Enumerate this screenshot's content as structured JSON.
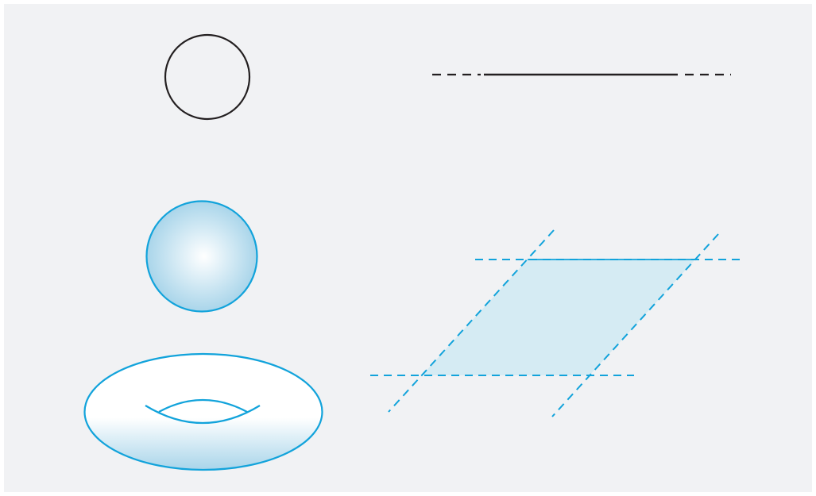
{
  "colors": {
    "background": "#f1f2f4",
    "border": "#ffffff",
    "black_stroke": "#231f20",
    "blue_stroke": "#12a3db",
    "blue_fill_light": "#d5ebf3",
    "gradient_center": "#ffffff",
    "gradient_edge": "#a9d5ea"
  },
  "figures": [
    {
      "id": "circle",
      "kind": "circle"
    },
    {
      "id": "line",
      "kind": "line"
    },
    {
      "id": "sphere",
      "kind": "sphere"
    },
    {
      "id": "plane",
      "kind": "plane"
    },
    {
      "id": "torus",
      "kind": "torus"
    }
  ]
}
